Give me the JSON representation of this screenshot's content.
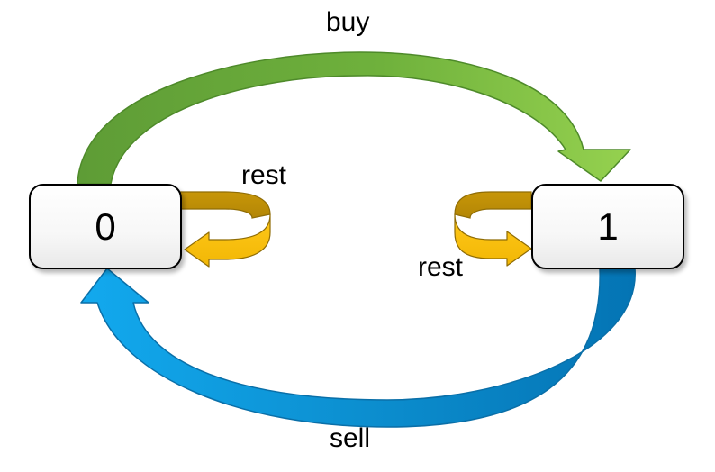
{
  "states": [
    {
      "id": "state-0",
      "label": "0"
    },
    {
      "id": "state-1",
      "label": "1"
    }
  ],
  "transitions": {
    "buy": {
      "label": "buy",
      "color": "#7CC142"
    },
    "sell": {
      "label": "sell",
      "color": "#0F9BDD"
    },
    "rest_left": {
      "label": "rest",
      "color": "#F2B705"
    },
    "rest_right": {
      "label": "rest",
      "color": "#F2B705"
    }
  }
}
